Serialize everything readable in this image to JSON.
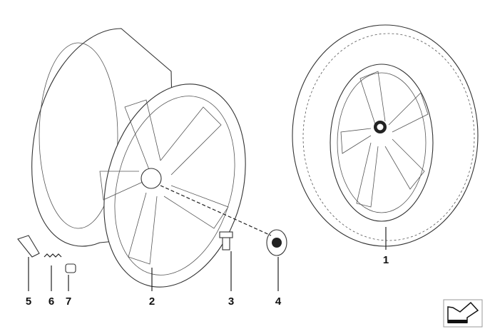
{
  "diagram": {
    "callouts": [
      {
        "id": "1",
        "part": "complete-wheel-tire"
      },
      {
        "id": "2",
        "part": "light-alloy-rim"
      },
      {
        "id": "3",
        "part": "wheel-bolt"
      },
      {
        "id": "4",
        "part": "hub-cap-emblem"
      },
      {
        "id": "5",
        "part": "valve"
      },
      {
        "id": "6",
        "part": "valve-spring"
      },
      {
        "id": "7",
        "part": "valve-cap"
      }
    ]
  }
}
